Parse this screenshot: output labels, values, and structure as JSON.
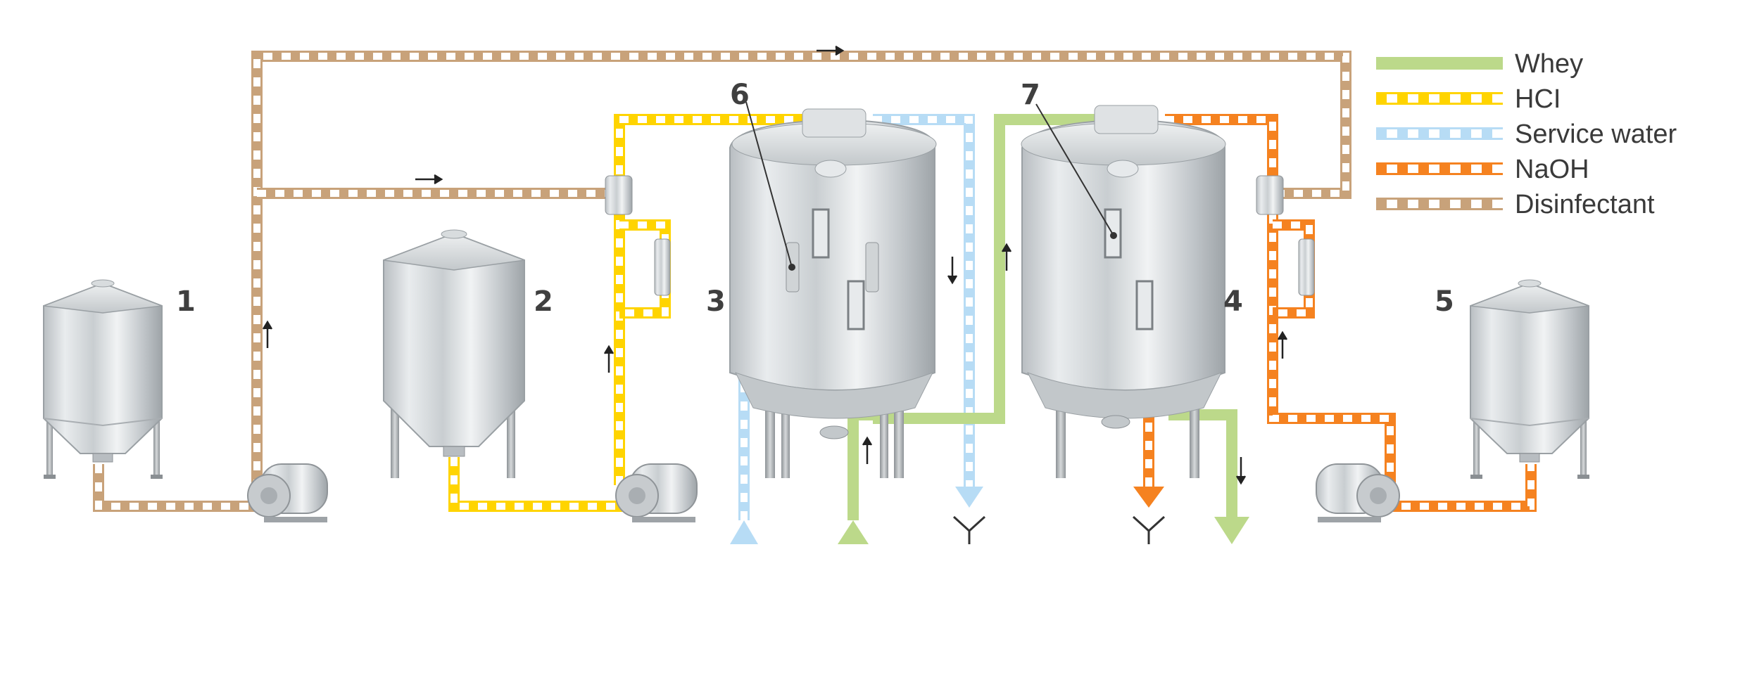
{
  "legend": [
    {
      "key": "whey",
      "label": "Whey",
      "color": "#bcd98a",
      "secondary": "#bcd98a",
      "style": "solid"
    },
    {
      "key": "hcl",
      "label": "HCI",
      "color": "#ffd400",
      "secondary": "#ffffff",
      "style": "dashed"
    },
    {
      "key": "water",
      "label": "Service water",
      "color": "#b7dcf5",
      "secondary": "#ffffff",
      "style": "dashed"
    },
    {
      "key": "naoh",
      "label": "NaOH",
      "color": "#f58220",
      "secondary": "#ffffff",
      "style": "dashed"
    },
    {
      "key": "disinfectant",
      "label": "Disinfectant",
      "color": "#c8a27a",
      "secondary": "#ffffff",
      "style": "dashed"
    }
  ],
  "numbers": {
    "n1": "1",
    "n2": "2",
    "n3": "3",
    "n4": "4",
    "n5": "5",
    "n6": "6",
    "n7": "7"
  },
  "icons": {
    "tank_material": "stainless-steel",
    "pump": "centrifugal-pump-icon",
    "drain": "drain-symbol-icon",
    "flow_arrow": "arrow-icon"
  }
}
